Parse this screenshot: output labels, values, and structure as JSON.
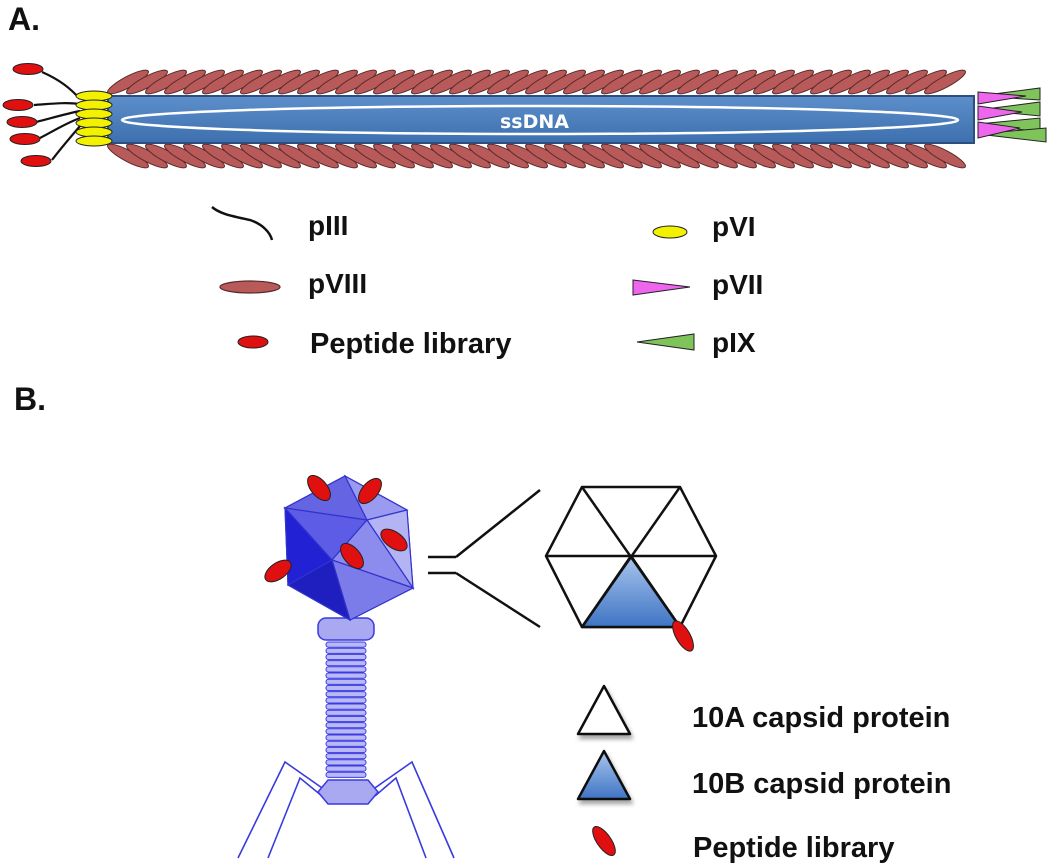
{
  "panel_a": {
    "label": "A.",
    "genome_label": "ssDNA",
    "legend": {
      "piii": "pIII",
      "pviii": "pVIII",
      "peptide": "Peptide library",
      "pvi": "pVI",
      "pvii": "pVII",
      "pix": "pIX"
    }
  },
  "panel_b": {
    "label": "B.",
    "legend": {
      "capsid_10a": "10A capsid protein",
      "capsid_10b": "10B capsid protein",
      "peptide": "Peptide library"
    }
  },
  "colors": {
    "coat_pviii": "#b85a5a",
    "tube_blue": "#4f81bd",
    "peptide_red": "#e01010",
    "pvi_yellow": "#f2f200",
    "pvii_pink": "#ee66ee",
    "pix_green": "#7fc45a",
    "phage_blue": "#3a3ae0",
    "capsid_10b": "#5b8fd6"
  }
}
